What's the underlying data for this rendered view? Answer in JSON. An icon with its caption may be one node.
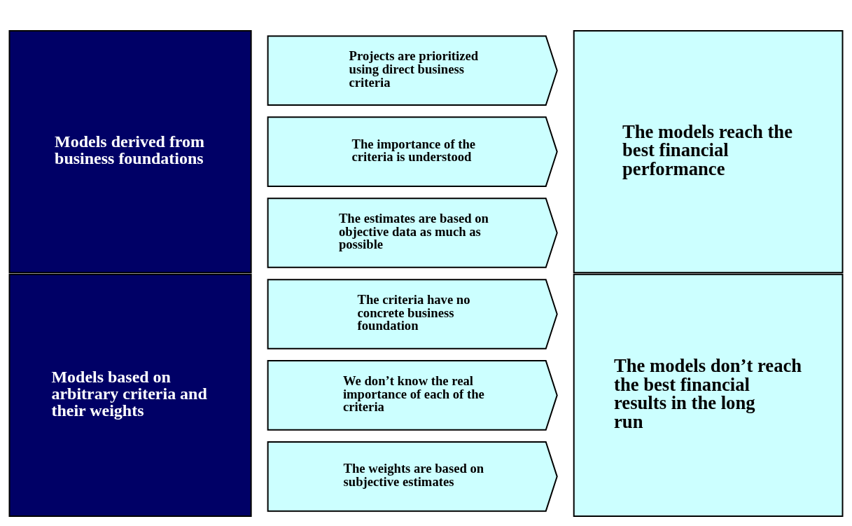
{
  "diagram": {
    "nodes": [
      {
        "text": [
          "Models based on arbitrary criteria and their weights"
        ]
      },
      {
        "text": [
          "The criteria have no concrete business foundation"
        ]
      },
      {
        "text": [
          "We don’t know the real importance of each of the criteria"
        ]
      },
      {
        "text": [
          "The weights are based on subjective estimates"
        ]
      },
      {
        "text": [
          "The models don’t reach the best financial results in the long run"
        ]
      },
      {
        "text": [
          "Models derived from business foundations"
        ]
      },
      {
        "text": [
          "Projects are prioritized using direct business criteria"
        ]
      },
      {
        "text": [
          "The importance of the criteria is understood"
        ]
      },
      {
        "text": [
          "The estimates are based on objective data as much as possible"
        ]
      },
      {
        "text": [
          "The models reach the best financial performance"
        ]
      }
    ],
    "edges": []
  }
}
